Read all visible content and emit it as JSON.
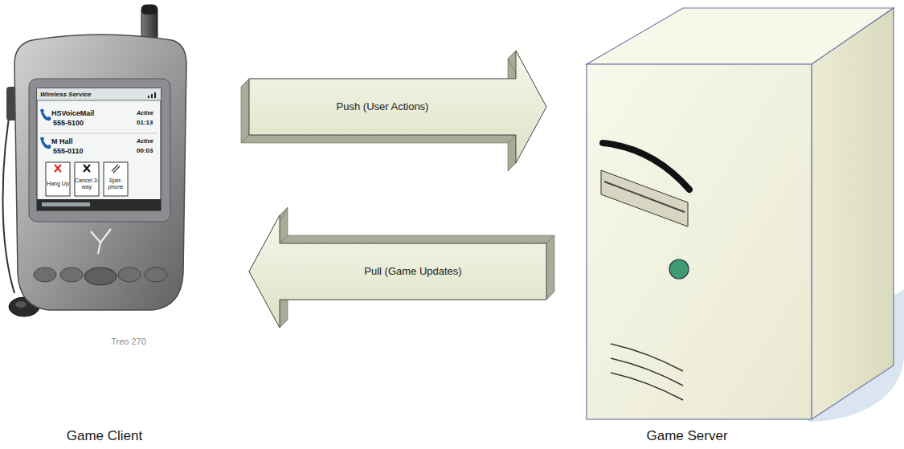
{
  "diagram": {
    "nodes": [
      {
        "text": [
          "Game Client"
        ]
      },
      {
        "text": [
          "Game Server"
        ]
      }
    ],
    "edges": [
      {
        "from": 0,
        "to": 1,
        "arrow": "to",
        "label": "Push (User Actions)"
      },
      {
        "from": 1,
        "to": 0,
        "arrow": "to",
        "label": "Pull (Game Updates)"
      }
    ],
    "labels": [
      "Wireless Service",
      "HSVoiceMail",
      "555-5100",
      "Active",
      "01:13",
      "M Hall",
      "555-0110",
      "Active",
      "00:03",
      "Hang Up",
      "Cancel 3-way",
      "Spkr-phone",
      "Treo 270"
    ]
  }
}
